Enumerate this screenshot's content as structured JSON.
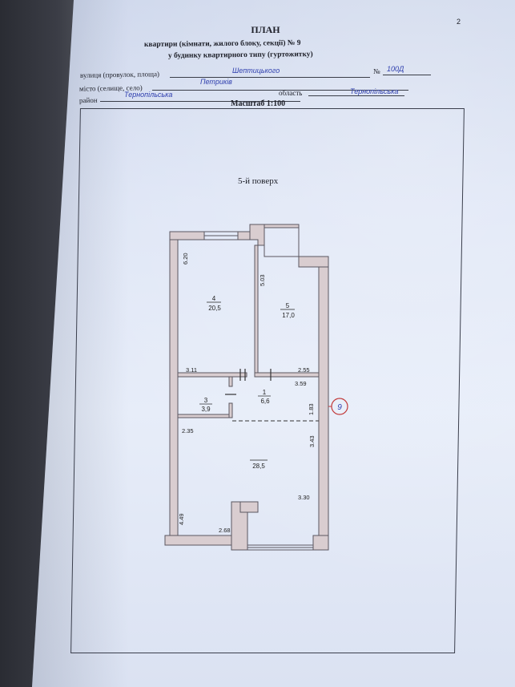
{
  "page_number": "2",
  "header": {
    "title": "ПЛАН",
    "subtitle_line1": "квартири (кімнати, жилого блоку, секції)  № 9",
    "subtitle_line2": "у будинку квартирного типу (гуртожитку)"
  },
  "fields": {
    "street_label": "вулиця (провулок, площа)",
    "street_value": "Шептицького",
    "number_label": "№",
    "number_value": "100Д",
    "town_label": "місто (селище, село)",
    "town_value": "Петриків",
    "district_label": "район",
    "district_value": "Тернопільська",
    "region_label": "область",
    "region_value": "Тернопільська"
  },
  "scale": "Масштаб 1:100",
  "floor_label": "5-й  поверх",
  "rooms": [
    {
      "number": "4",
      "area": "20,5"
    },
    {
      "number": "5",
      "area": "17,0"
    },
    {
      "number": "1",
      "area": "6,6"
    },
    {
      "number": "3",
      "area": "3,9"
    },
    {
      "number": "",
      "area": "28,5"
    }
  ],
  "dimensions": {
    "d1": "6.20",
    "d2": "5.03",
    "d3": "3.11",
    "d4": "2.55",
    "d5": "3.59",
    "d6": "1.83",
    "d7": "2.35",
    "d8": "3.43",
    "d9": "3.30",
    "d10": "4.49",
    "d11": "2.68"
  },
  "apartment_mark": "9",
  "colors": {
    "paper": "#dfe6f6",
    "wall_fill": "#d9cdd0",
    "handwriting": "#2f3fae",
    "stamp_circle": "#c23a3a"
  }
}
